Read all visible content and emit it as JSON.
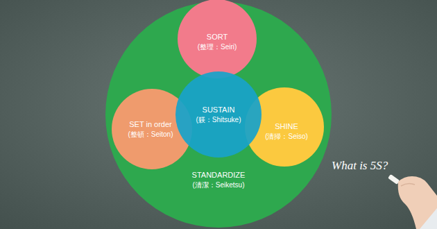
{
  "diagram": {
    "nodes": [
      {
        "text": [
          "STANDARDIZE",
          "(清潔：Seiketsu)"
        ]
      },
      {
        "text": [
          "SORT",
          "(整理：Seiri)"
        ],
        "in": 0
      },
      {
        "text": [
          "SET in order",
          "(整頓：Seiton)"
        ],
        "in": 0
      },
      {
        "text": [
          "SUSTAIN",
          "(躾：Shitsuke)"
        ],
        "in": 0
      },
      {
        "text": [
          "SHINE",
          "(清掃：Seiso)"
        ],
        "in": 0
      }
    ],
    "labels": [
      "What is 5S?"
    ]
  }
}
